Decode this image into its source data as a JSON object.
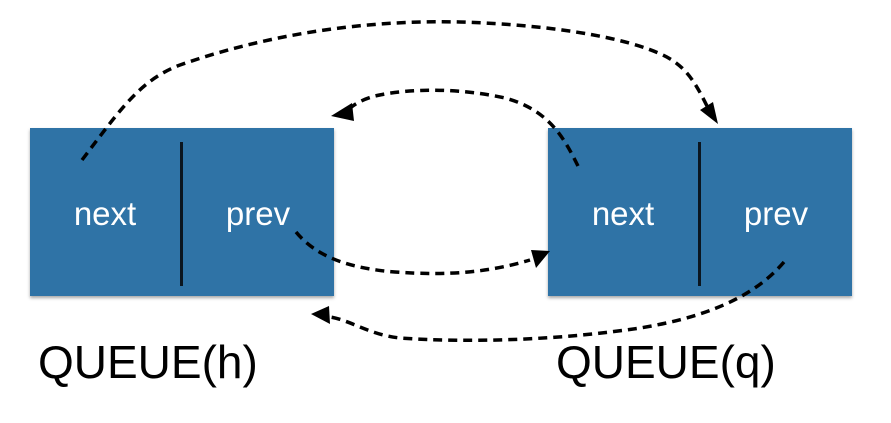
{
  "nodes": [
    {
      "id": "h",
      "fields": {
        "next": "next",
        "prev": "prev"
      },
      "caption": "QUEUE(h)"
    },
    {
      "id": "q",
      "fields": {
        "next": "next",
        "prev": "prev"
      },
      "caption": "QUEUE(q)"
    }
  ],
  "colors": {
    "node_fill": "#2f73a6",
    "divider": "#0b1620",
    "field_text": "#ffffff",
    "caption_text": "#000000",
    "pointer": "#000000"
  },
  "pointers": [
    {
      "from": "h.next",
      "to": "q",
      "style": "dashed"
    },
    {
      "from": "h.prev",
      "to": "q",
      "style": "dashed"
    },
    {
      "from": "q.next",
      "to": "h",
      "style": "dashed"
    },
    {
      "from": "q.prev",
      "to": "h",
      "style": "dashed"
    }
  ]
}
